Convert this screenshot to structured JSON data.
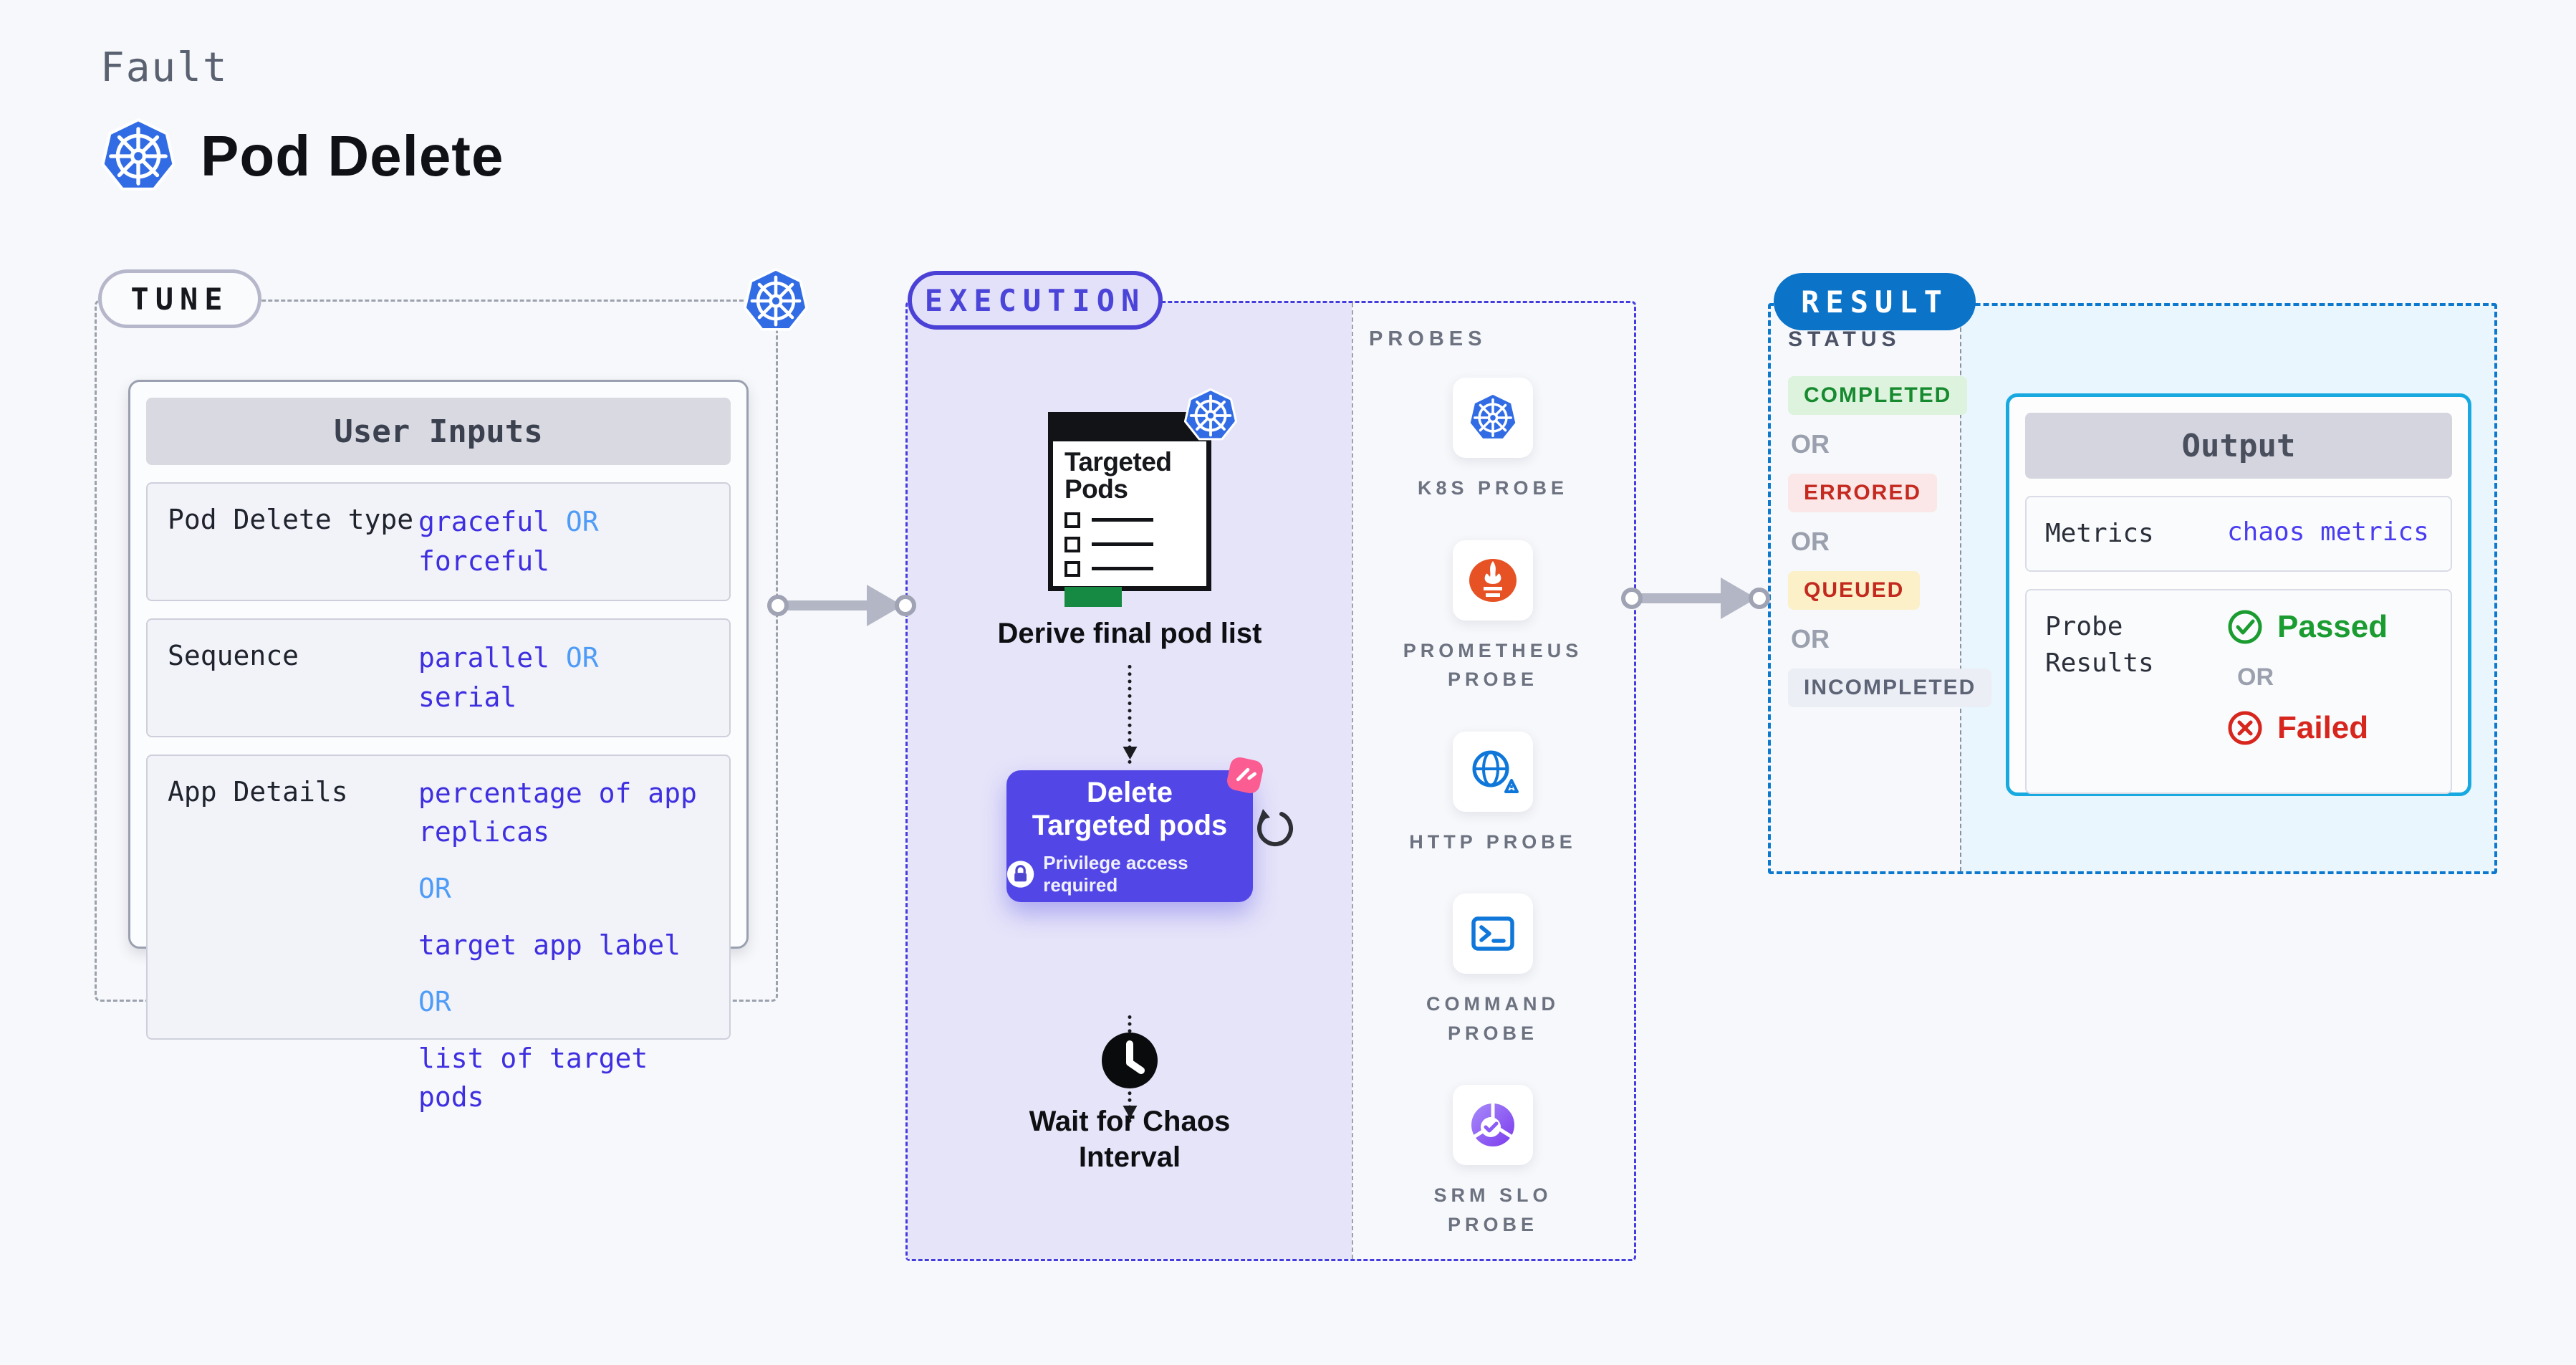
{
  "colors": {
    "page_bg": "#f7f8fb",
    "k8s_blue": "#326ce5",
    "indigo_accent": "#4b41d6",
    "value_blue": "#3e2fe0",
    "or_light_blue": "#4f9cf7",
    "result_blue": "#0b74c9",
    "output_border_cyan": "#18a9e0",
    "cyan_panel": "#e9f6fd",
    "lavender_panel": "#e6e4f9",
    "button_indigo": "#5247e6",
    "passed_green": "#1a9c30",
    "failed_red": "#d7261d",
    "prometheus_orange": "#e75225",
    "chaos_pink": "#fb5d93"
  },
  "header": {
    "eyebrow": "Fault",
    "title": "Pod Delete"
  },
  "tune": {
    "pill": "TUNE",
    "table_title": "User Inputs",
    "rows": [
      {
        "label": "Pod Delete type",
        "v1": "graceful",
        "or": "OR",
        "v2": "forceful"
      },
      {
        "label": "Sequence",
        "v1": "parallel",
        "or": "OR",
        "v2": "serial"
      },
      {
        "label": "App Details",
        "lines": [
          "percentage of app replicas",
          "OR",
          "target app label",
          "OR",
          "list of target pods"
        ]
      }
    ]
  },
  "execution": {
    "pill": "EXECUTION",
    "clipboard_title": "Targeted Pods",
    "step_derive": "Derive final pod list",
    "action_title": "Delete Targeted pods",
    "privilege_note": "Privilege access required",
    "step_wait": "Wait for Chaos Interval",
    "probes_title": "PROBES",
    "probes": [
      {
        "label": "K8S PROBE",
        "icon": "kubernetes-icon"
      },
      {
        "label": "PROMETHEUS PROBE",
        "icon": "prometheus-icon"
      },
      {
        "label": "HTTP PROBE",
        "icon": "http-globe-icon"
      },
      {
        "label": "COMMAND PROBE",
        "icon": "terminal-icon"
      },
      {
        "label": "SRM SLO PROBE",
        "icon": "slo-pie-icon"
      }
    ]
  },
  "result": {
    "pill": "RESULT",
    "status_title": "STATUS",
    "or": "OR",
    "statuses": [
      "COMPLETED",
      "ERRORED",
      "QUEUED",
      "INCOMPLETED"
    ],
    "output": {
      "title": "Output",
      "metrics_label": "Metrics",
      "metrics_value": "chaos metrics",
      "probe_results_label": "Probe Results",
      "passed": "Passed",
      "or": "OR",
      "failed": "Failed"
    }
  }
}
